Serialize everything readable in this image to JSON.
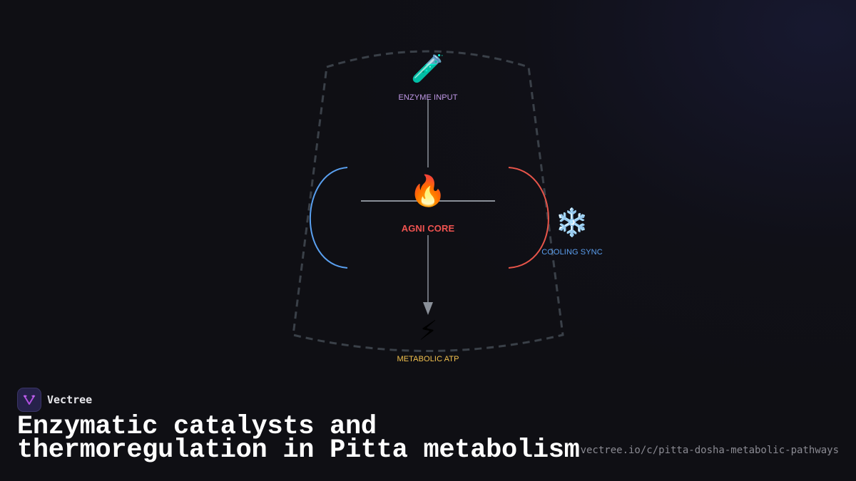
{
  "diagram": {
    "nodes": {
      "enzyme": {
        "icon": "🧪",
        "icon_name": "test-tube-icon",
        "label": "ENZYME INPUT",
        "color": "#c39bea"
      },
      "core": {
        "icon": "🔥",
        "icon_name": "fire-icon",
        "label": "AGNI CORE",
        "color": "#ef5350"
      },
      "cooling": {
        "icon": "❄️",
        "icon_name": "snowflake-icon",
        "label": "COOLING SYNC",
        "color": "#5b9ff0"
      },
      "atp": {
        "icon": "⚡",
        "icon_name": "lightning-icon",
        "label": "METABOLIC ATP",
        "color": "#f2c14e"
      }
    },
    "colors": {
      "connector": "#8a9099",
      "boundary": "#3a4048",
      "left_arc": "#5aa0f0",
      "right_arc": "#e8554a"
    }
  },
  "footer": {
    "brand_name": "Vectree",
    "title_line1": "Enzymatic catalysts and",
    "title_line2": "thermoregulation in Pitta metabolism",
    "url": "vectree.io/c/pitta-dosha-metabolic-pathways"
  }
}
